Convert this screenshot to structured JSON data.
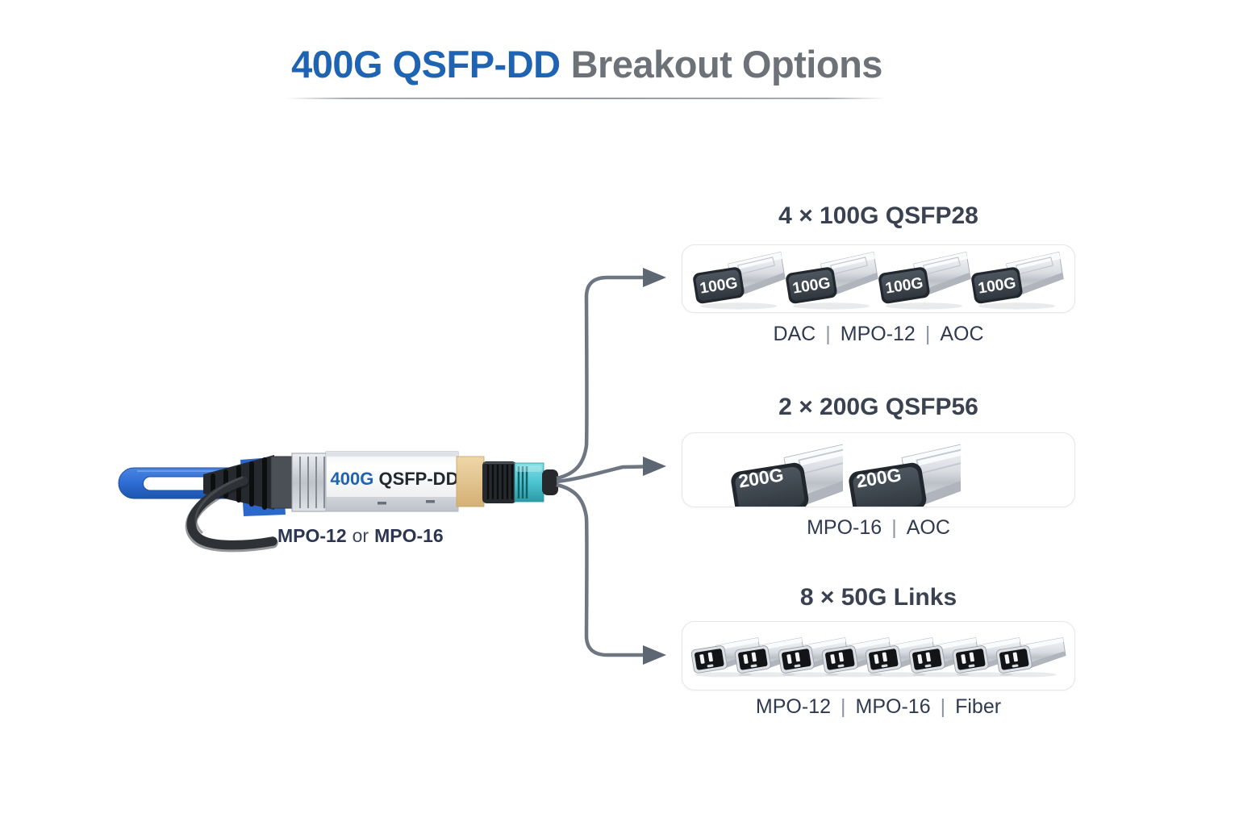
{
  "title": {
    "highlight": "400G QSFP-DD",
    "rest": "Breakout Options"
  },
  "device": {
    "label_highlight": "400G",
    "label_rest": " QSFP-DD",
    "caption": {
      "bold1": "MPO-12",
      "middle": "or",
      "bold2": "MPO-16"
    }
  },
  "options": [
    {
      "heading": "4 × 100G QSFP28",
      "module_label": "100G",
      "module_count": 4,
      "caption": {
        "items": [
          "DAC",
          "MPO-12",
          "AOC"
        ],
        "separator": "|"
      }
    },
    {
      "heading": "2 × 200G QSFP56",
      "module_label": "200G",
      "module_count": 2,
      "caption": {
        "items": [
          "MPO-16",
          "AOC"
        ],
        "separator": "|"
      }
    },
    {
      "heading": "8 × 50G Links",
      "module_count": 8,
      "caption": {
        "items": [
          "MPO-12",
          "MPO-16",
          "Fiber"
        ],
        "separator": "|"
      }
    }
  ],
  "colors": {
    "accent-blue": "#1f63b3",
    "title-gray": "#6d7278",
    "heading-dark": "#3a4150",
    "caption-dark": "#2f3a50",
    "line-gray": "#6e7682",
    "arrow-gray": "#5d6673",
    "card-border": "#e3e6ea",
    "tab-blue": "#2f6fd6",
    "teal": "#4cc4cf",
    "tan": "#e3c48f",
    "plate-dark": "#39414b"
  }
}
